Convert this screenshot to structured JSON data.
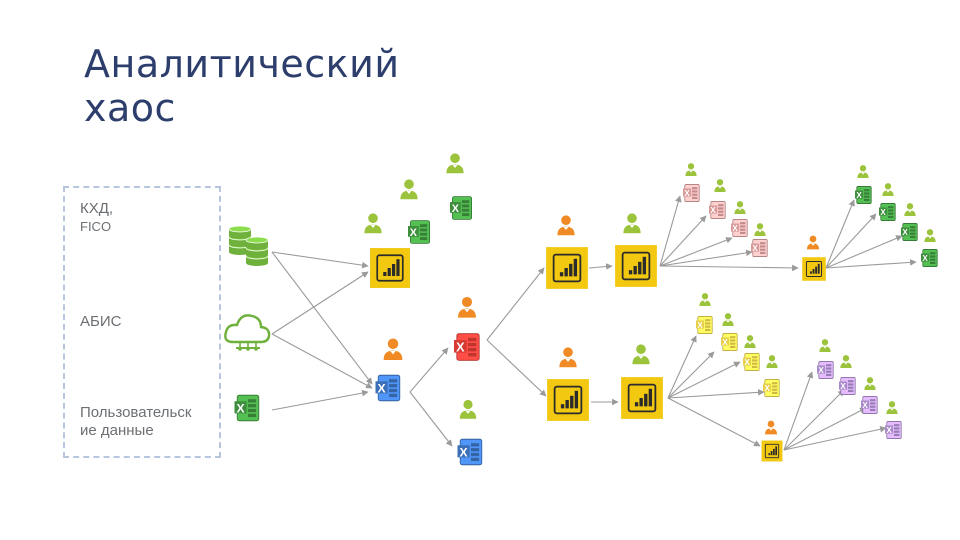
{
  "title": {
    "line1": "Аналитический",
    "line2": "хаос"
  },
  "sources": [
    {
      "line1": "КХД,",
      "line2": "FICO"
    },
    {
      "line1": "АБИС",
      "line2": ""
    },
    {
      "line1": "Пользовательск",
      "line2": "ие данные"
    }
  ],
  "icon_letters": {
    "excel": "X"
  },
  "colors": {
    "title": "#2d3e6d",
    "label": "#6c6f73",
    "dashed_border": "#b7c6de",
    "arrow": "#9a9a9a",
    "database_green": "#6fb13c",
    "powerbi_yellow": "#f2c811",
    "person_green": "#9bc33b",
    "person_orange": "#f08a24",
    "excel_green": "#3e8e3e",
    "excel_blue": "#3b6fb8",
    "excel_red": "#d63a33",
    "excel_pink": "#d99a9a",
    "excel_yellow": "#e8cf4a",
    "excel_purple": "#a98bc9"
  }
}
